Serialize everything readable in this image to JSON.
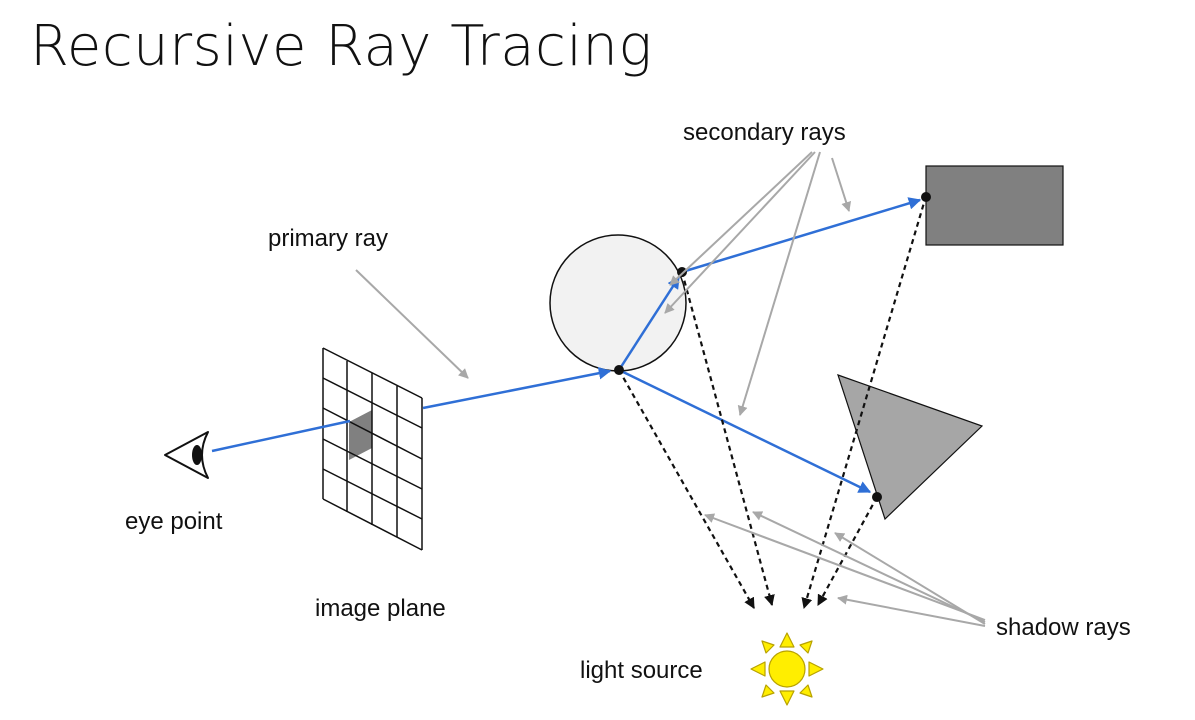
{
  "title": "Recursive Ray Tracing",
  "labels": {
    "secondary_rays": "secondary rays",
    "primary_ray": "primary ray",
    "eye_point": "eye point",
    "image_plane": "image plane",
    "light_source": "light source",
    "shadow_rays": "shadow rays"
  },
  "colors": {
    "ray": "#2f6fd6",
    "pointer": "#a8a8a8",
    "sphere_fill": "#f2f2f2",
    "box_fill": "#808080",
    "triangle_fill": "#a6a6a6",
    "pixel_fill": "#808080",
    "sun_fill": "#ffee00",
    "sun_stroke": "#b8a200",
    "shadow_ray": "#111111"
  }
}
